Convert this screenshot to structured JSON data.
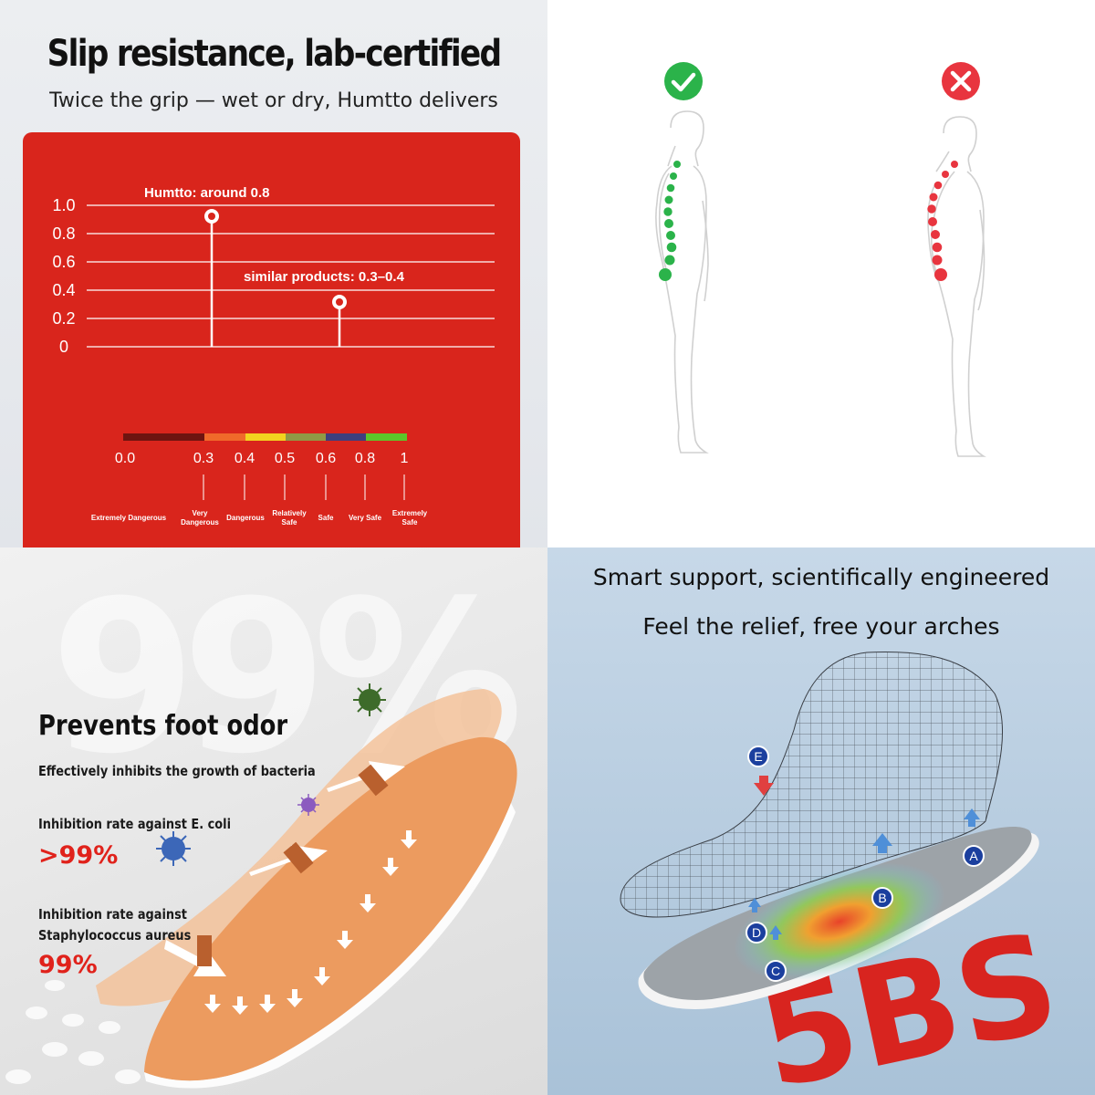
{
  "slip": {
    "title": "Slip resistance, lab-certified",
    "subtitle": "Twice the grip — wet or dry, Humtto delivers",
    "yticks": [
      "1.0",
      "0.8",
      "0.6",
      "0.4",
      "0.2",
      "0"
    ],
    "callout_humtto": "Humtto: around 0.8",
    "callout_similar": "similar products: 0.3–0.4",
    "scale_ticks": [
      "0.0",
      "0.3",
      "0.4",
      "0.5",
      "0.6",
      "0.8",
      "1"
    ],
    "scale_labels": [
      [
        "Extremely Dangerous"
      ],
      [
        "Very",
        "Dangerous"
      ],
      [
        "Dangerous"
      ],
      [
        "Relatively",
        "Safe"
      ],
      [
        "Safe"
      ],
      [
        "Very Safe"
      ],
      [
        "Extremely",
        "Safe"
      ]
    ],
    "scale_colors": [
      "#6e1410",
      "#f06a2a",
      "#f2d31f",
      "#8f9a45",
      "#3e3f7e",
      "#5bc72a"
    ],
    "card_color": "#d9251c"
  },
  "posture": {
    "correct_color": "#2bb34a",
    "wrong_color": "#e8353f",
    "correct_icon": "check-circle-icon",
    "wrong_icon": "cross-circle-icon"
  },
  "odor": {
    "watermark": "99%",
    "title": "Prevents foot odor",
    "subtitle": "Effectively inhibits the growth of bacteria",
    "ecoli_label": "Inhibition rate against E. coli",
    "ecoli_value": ">99%",
    "staph_label_1": "Inhibition rate against",
    "staph_label_2": "Staphylococcus aureus",
    "staph_value": "99%",
    "accent": "#e0221b"
  },
  "support": {
    "line1": "Smart support, scientifically engineered",
    "line2": "Feel the relief, free your arches",
    "points": [
      "A",
      "B",
      "C",
      "D",
      "E"
    ],
    "brand_mark": "5BS",
    "point_color": "#1b3f9e"
  }
}
